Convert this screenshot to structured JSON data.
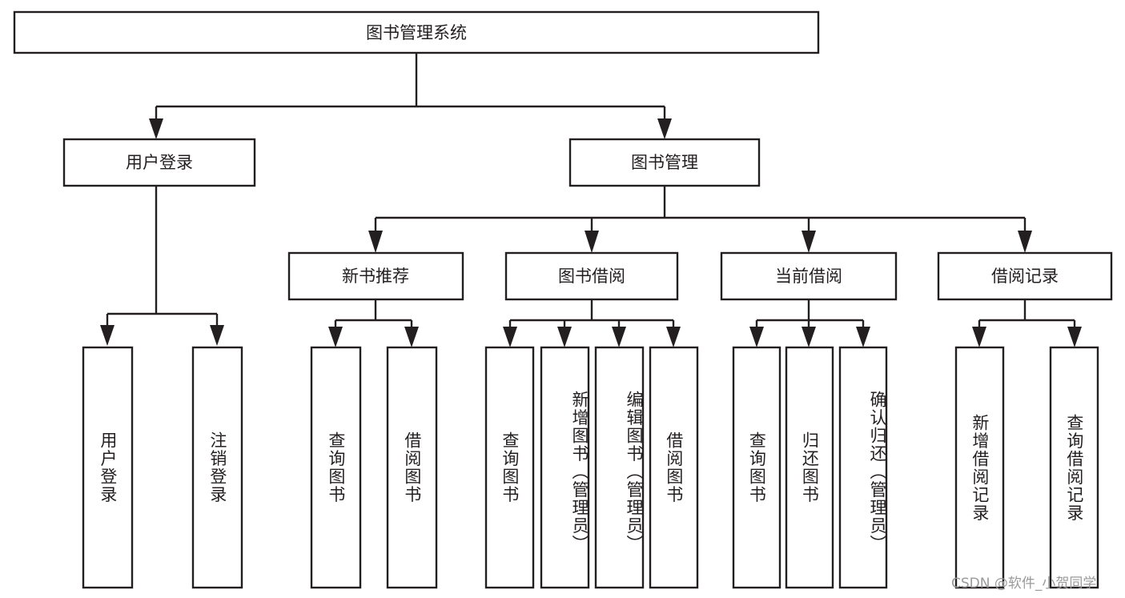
{
  "diagram": {
    "title": "图书管理系统",
    "type": "tree-hierarchy-chart",
    "root": {
      "id": "root",
      "label": "图书管理系统",
      "orientation": "horizontal"
    },
    "level2": [
      {
        "id": "user-login",
        "label": "用户登录",
        "orientation": "horizontal"
      },
      {
        "id": "book-management",
        "label": "图书管理",
        "orientation": "horizontal"
      }
    ],
    "level3": [
      {
        "id": "new-book-recommend",
        "label": "新书推荐",
        "orientation": "horizontal",
        "parent": "book-management"
      },
      {
        "id": "book-borrow",
        "label": "图书借阅",
        "orientation": "horizontal",
        "parent": "book-management"
      },
      {
        "id": "current-borrow",
        "label": "当前借阅",
        "orientation": "horizontal",
        "parent": "book-management"
      },
      {
        "id": "borrow-record",
        "label": "借阅记录",
        "orientation": "horizontal",
        "parent": "book-management"
      }
    ],
    "leaves": [
      {
        "id": "leaf-user-login",
        "label": "用户登录",
        "orientation": "vertical",
        "parent": "user-login"
      },
      {
        "id": "leaf-logout",
        "label": "注销登录",
        "orientation": "vertical",
        "parent": "user-login"
      },
      {
        "id": "leaf-query-book-1",
        "label": "查询图书",
        "orientation": "vertical",
        "parent": "new-book-recommend"
      },
      {
        "id": "leaf-borrow-book-1",
        "label": "借阅图书",
        "orientation": "vertical",
        "parent": "new-book-recommend"
      },
      {
        "id": "leaf-query-book-2",
        "label": "查询图书",
        "orientation": "vertical",
        "parent": "book-borrow"
      },
      {
        "id": "leaf-add-book",
        "label": "新增图书（管理员）",
        "orientation": "vertical",
        "parent": "book-borrow"
      },
      {
        "id": "leaf-edit-book",
        "label": "编辑图书（管理员）",
        "orientation": "vertical",
        "parent": "book-borrow"
      },
      {
        "id": "leaf-borrow-book-2",
        "label": "借阅图书",
        "orientation": "vertical",
        "parent": "book-borrow"
      },
      {
        "id": "leaf-query-book-3",
        "label": "查询图书",
        "orientation": "vertical",
        "parent": "current-borrow"
      },
      {
        "id": "leaf-return-book",
        "label": "归还图书",
        "orientation": "vertical",
        "parent": "current-borrow"
      },
      {
        "id": "leaf-confirm-return",
        "label": "确认归还（管理员）",
        "orientation": "vertical",
        "parent": "current-borrow"
      },
      {
        "id": "leaf-add-record",
        "label": "新增借阅记录",
        "orientation": "vertical",
        "parent": "borrow-record"
      },
      {
        "id": "leaf-query-record",
        "label": "查询借阅记录",
        "orientation": "vertical",
        "parent": "borrow-record"
      }
    ],
    "colors": {
      "stroke": "#231f20",
      "fill": "#ffffff",
      "text": "#231f20",
      "watermark": "#9a9a9a"
    }
  },
  "watermark": {
    "text": "CSDN @软件_小贺同学"
  }
}
